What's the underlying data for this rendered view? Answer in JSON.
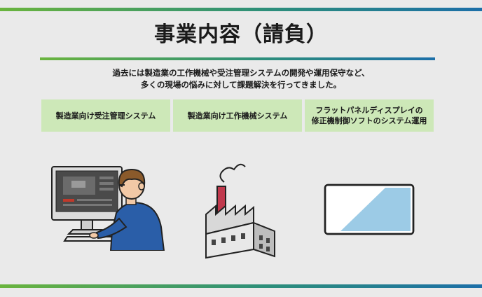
{
  "page": {
    "title": "事業内容（請負）",
    "description": [
      "過去には製造業の工作機械や受注管理システムの開発や運用保守など、",
      "多くの現場の悩みに対して課題解決を行ってきました。"
    ]
  },
  "services": [
    {
      "lines": [
        "製造業向け受注管理システム"
      ]
    },
    {
      "lines": [
        "製造業向け工作機械システム"
      ]
    },
    {
      "lines": [
        "フラットパネルディスプレイの",
        "修正機制御ソフトのシステム運用"
      ]
    }
  ],
  "colors": {
    "gradient_start": "#6ab43e",
    "gradient_end": "#1c6fa8",
    "card_bg": "#cde8b8",
    "shirt": "#2a5ea8",
    "panel_blue": "#9ccbe6"
  },
  "illustrations": [
    "person-at-computer-illustration",
    "factory-illustration",
    "flat-panel-display-illustration"
  ]
}
